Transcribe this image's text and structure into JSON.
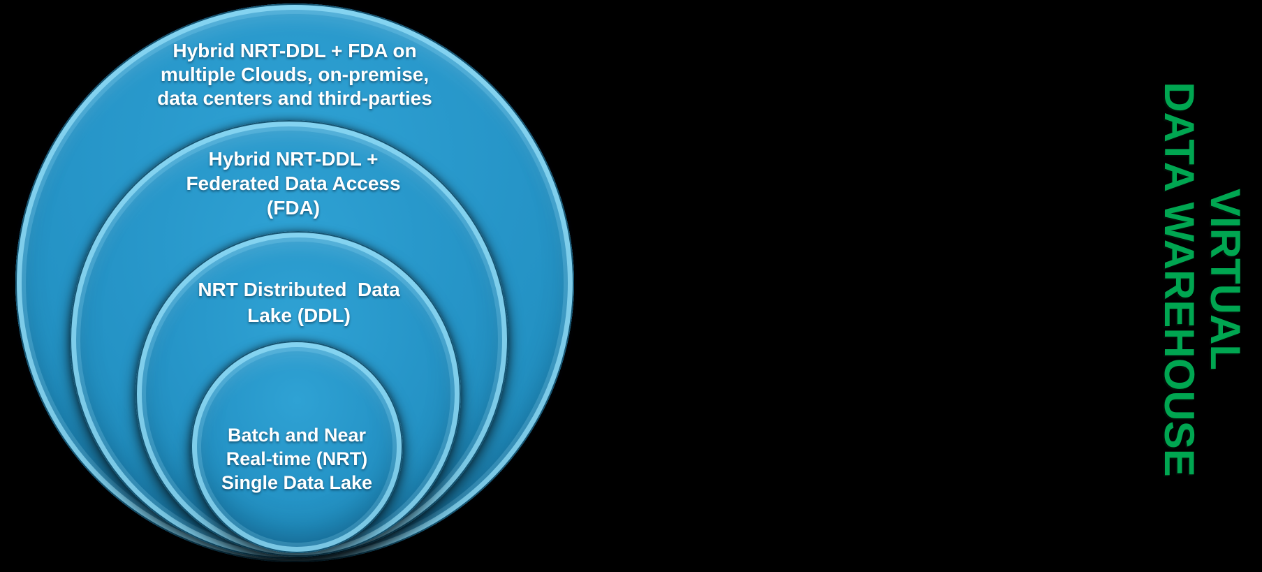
{
  "background_color": "#000000",
  "diagram": {
    "type": "nested-circles-onion",
    "circle_fill_color": "#2492c4",
    "circle_fill_light": "#2fa2d4",
    "circle_rim_highlight": "#96e1fa",
    "circle_outline_dark": "#0d5d85",
    "label_text_color": "#ffffff",
    "rings": [
      {
        "id": "hybrid-multicloud",
        "lines": [
          "Hybrid NRT-DDL + FDA on",
          "multiple Clouds, on-premise,",
          "data centers and third-parties"
        ]
      },
      {
        "id": "hybrid-fda",
        "lines": [
          "Hybrid NRT-DDL +",
          "Federated Data Access",
          "(FDA)"
        ]
      },
      {
        "id": "nrt-ddl",
        "lines": [
          "NRT Distributed  Data",
          "Lake (DDL)"
        ]
      },
      {
        "id": "single-data-lake",
        "lines": [
          "Batch and Near",
          "Real-time (NRT)",
          "Single Data Lake"
        ]
      }
    ]
  },
  "side_label": {
    "lines": [
      "VIRTUAL",
      "DATA WAREHOUSE"
    ],
    "color": "#00A651",
    "rotation_deg": 90
  }
}
